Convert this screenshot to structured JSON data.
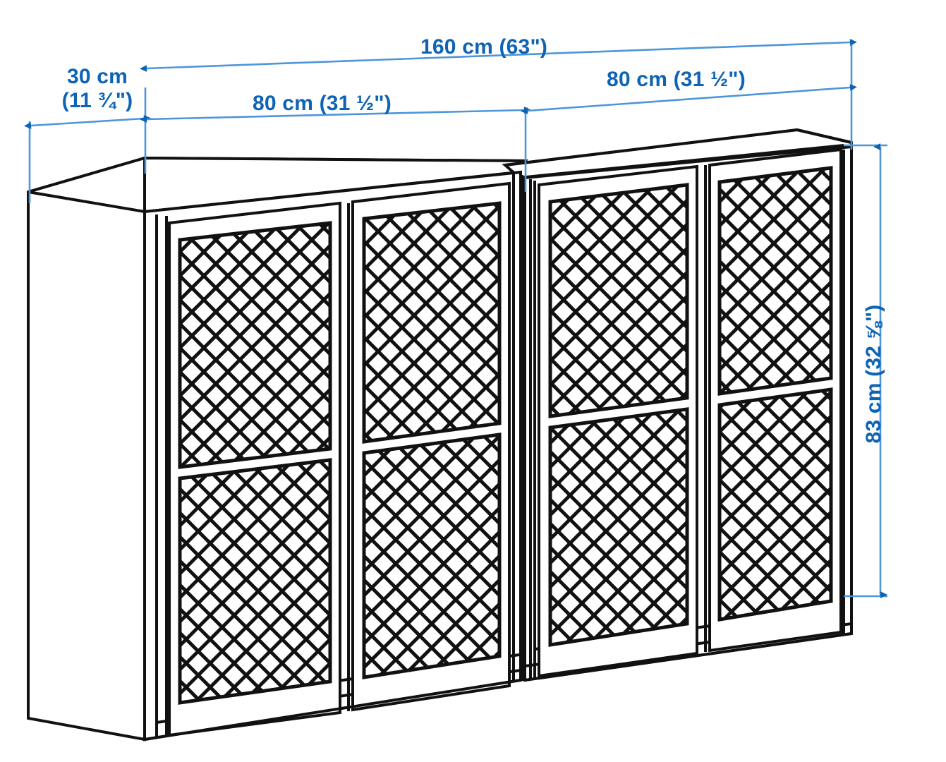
{
  "drawing": {
    "kind": "furniture-dimension-diagram",
    "subject": "two-unit cabinet with four lattice doors",
    "background_color": "#ffffff",
    "line_color": "#1a1a1a",
    "dimension_color": "#0D63B4"
  },
  "dimensions": {
    "depth": {
      "metric": "30 cm",
      "imperial": "(11 ¾\")",
      "name": "depth"
    },
    "total_width": {
      "label": "160 cm (63\")",
      "metric": "160 cm",
      "imperial": "63\"",
      "name": "total-width"
    },
    "left_unit_width": {
      "label": "80 cm (31 ½\")",
      "metric": "80 cm",
      "imperial": "31 ½\"",
      "name": "left-unit-width"
    },
    "right_unit_width": {
      "label": "80 cm (31 ½\")",
      "metric": "80 cm",
      "imperial": "31 ½\"",
      "name": "right-unit-width"
    },
    "height": {
      "label": "83 cm (32 ⅝\")",
      "metric": "83 cm",
      "imperial": "32 ⅝\"",
      "name": "height"
    }
  },
  "cabinet": {
    "units": 2,
    "doors": 4,
    "panels_per_door": 2,
    "panel_fill": "diagonal-lattice-mesh"
  }
}
